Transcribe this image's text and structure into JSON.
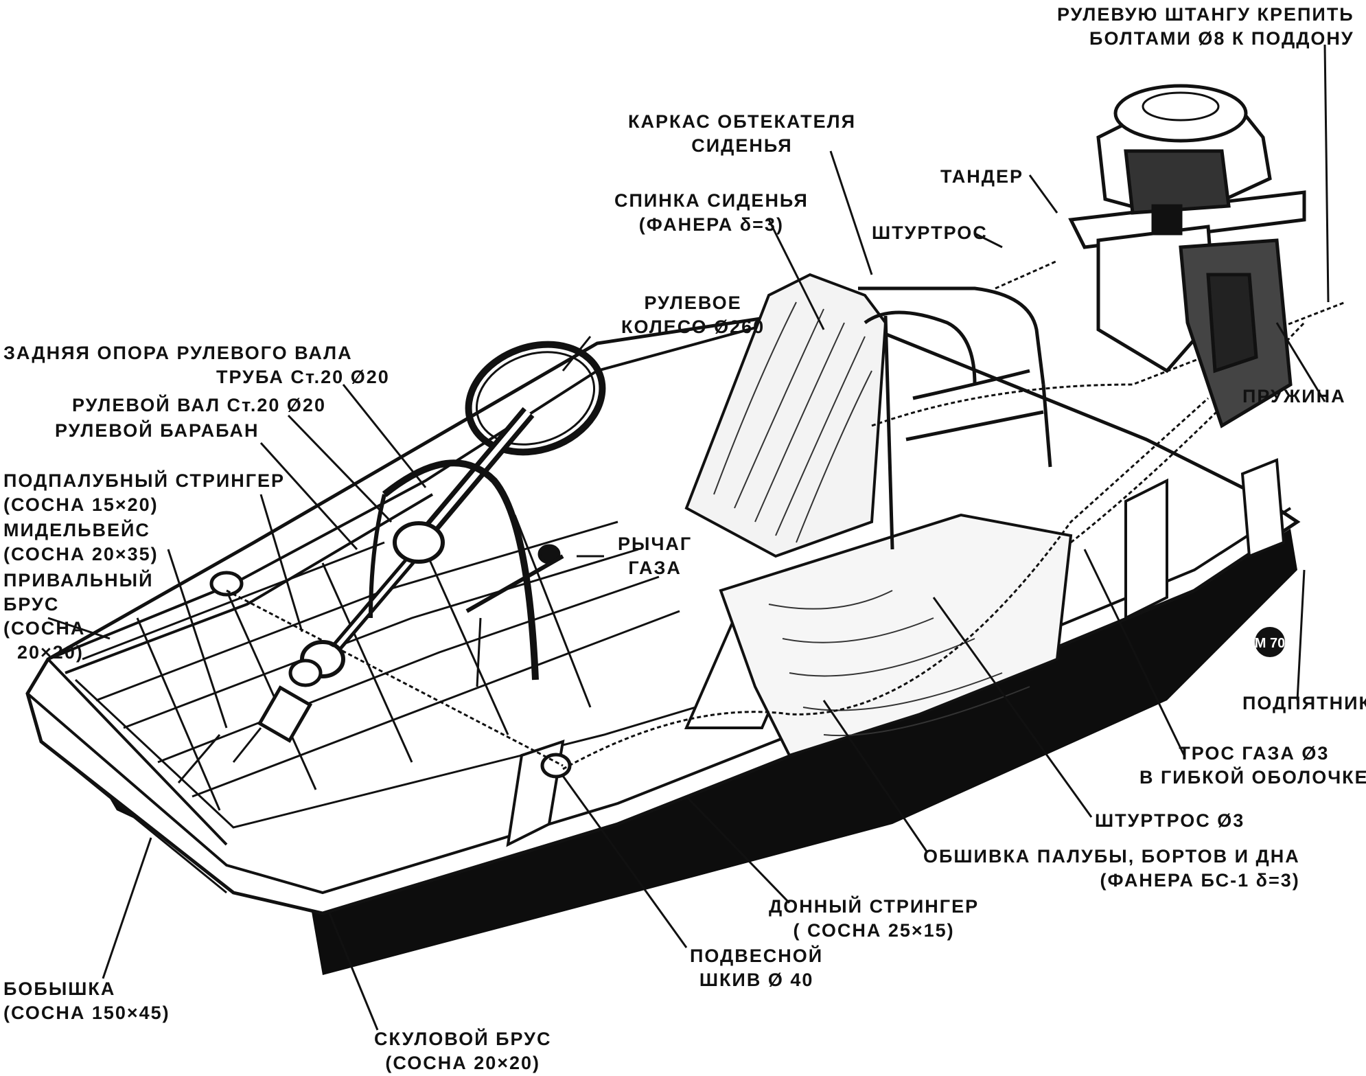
{
  "labels": {
    "rudder_rod": [
      "РУЛЕВУЮ ШТАНГУ КРЕПИТЬ",
      "БОЛТАМИ Ø8  К ПОДДОНУ"
    ],
    "fairing_frame": [
      "КАРКАС ОБТЕКАТЕЛЯ",
      "СИДЕНЬЯ"
    ],
    "tander": "ТАНДЕР",
    "seat_back": [
      "СПИНКА СИДЕНЬЯ",
      "(ФАНЕРА δ=3)"
    ],
    "shturtros_top": "ШТУРТРОС",
    "steering_wheel": [
      "РУЛЕВОЕ",
      "КОЛЕСО Ø260"
    ],
    "rear_support": [
      "ЗАДНЯЯ ОПОРА РУЛЕВОГО ВАЛА",
      "ТРУБА Ст.20      Ø20"
    ],
    "steering_shaft": "РУЛЕВОЙ ВАЛ Ст.20   Ø20",
    "steering_drum": "РУЛЕВОЙ БАРАБАН",
    "spring": "ПРУЖИНА",
    "deck_stringer": [
      "ПОДПАЛУБНЫЙ СТРИНГЕР",
      "(СОСНА 15×20)"
    ],
    "midship": [
      "МИДЕЛЬВЕЙС",
      "(СОСНА 20×35)"
    ],
    "gunwale": [
      "ПРИВАЛЬНЫЙ",
      "БРУС",
      "(СОСНА",
      "20×20)"
    ],
    "throttle": [
      "РЫЧАГ",
      "ГАЗА"
    ],
    "thrust_bearing": "ПОДПЯТНИК",
    "throttle_cable": [
      "ТРОС ГАЗА Ø3",
      "В ГИБКОЙ ОБОЛОЧКЕ"
    ],
    "shturtros_bottom": "ШТУРТРОС Ø3",
    "sheathing": [
      "ОБШИВКА ПАЛУБЫ, БОРТОВ И ДНА",
      "(ФАНЕРА БС-1 δ=3)"
    ],
    "bottom_stringer": [
      "ДОННЫЙ СТРИНГЕР",
      "( СОСНА 25×15)"
    ],
    "pulley": [
      "ПОДВЕСНОЙ",
      "ШКИВ  Ø 40"
    ],
    "boss": [
      "БОБЫШКА",
      "(СОСНА 150×45)"
    ],
    "chine": [
      "СКУЛОВОЙ БРУС",
      "(СОСНА 20×20)"
    ]
  },
  "logo_text": "М 70"
}
